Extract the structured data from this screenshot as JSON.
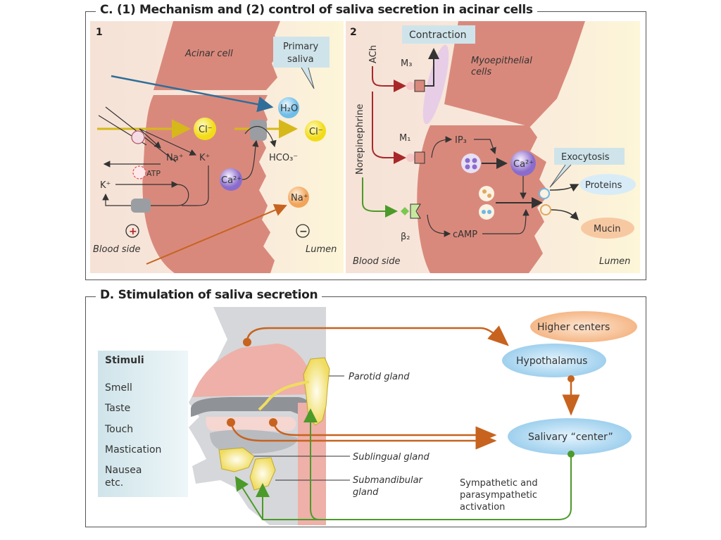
{
  "section_c": {
    "title": "C.  (1) Mechanism and (2) control of saliva secretion in acinar cells",
    "panel1": {
      "number": "1",
      "acinar_cell": "Acinar cell",
      "primary_saliva_line1": "Primary",
      "primary_saliva_line2": "saliva",
      "h2o": "H₂O",
      "cl_inside": "Cl⁻",
      "cl_lumen": "Cl⁻",
      "na_inside": "Na⁺",
      "k_inside": "K⁺",
      "atp": "ATP",
      "k_blood": "K⁺",
      "ca": "Ca²⁺",
      "hco3": "HCO₃⁻",
      "na_lumen": "Na⁺",
      "plus_sign": "+",
      "minus_sign": "−",
      "blood_side": "Blood side",
      "lumen": "Lumen"
    },
    "panel2": {
      "number": "2",
      "contraction": "Contraction",
      "ach": "ACh",
      "norepinephrine": "Norepinephrine",
      "m3": "M₃",
      "myoepithelial_line1": "Myoepithelial",
      "myoepithelial_line2": "cells",
      "m1": "M₁",
      "ip3": "IP₃",
      "ca": "Ca²⁺",
      "exocytosis": "Exocytosis",
      "proteins": "Proteins",
      "mucin": "Mucin",
      "beta2": "β₂",
      "camp": "cAMP",
      "blood_side": "Blood side",
      "lumen": "Lumen"
    }
  },
  "section_d": {
    "title": "D.  Stimulation of saliva secretion",
    "stimuli": {
      "heading": "Stimuli",
      "items": [
        "Smell",
        "Taste",
        "Touch",
        "Mastication",
        "Nausea",
        "etc."
      ]
    },
    "glands": {
      "parotid": "Parotid gland",
      "sublingual": "Sublingual gland",
      "submandibular_line1": "Submandibular",
      "submandibular_line2": "gland"
    },
    "centers": {
      "higher": "Higher centers",
      "hypothalamus": "Hypothalamus",
      "salivary": "Salivary “center”"
    },
    "activation_line1": "Sympathetic and",
    "activation_line2": "parasympathetic",
    "activation_line3": "activation"
  },
  "colors": {
    "cell": "#d9897c",
    "blood_bg": "#f6e3d8",
    "lumen_bg": "#fdf5d8",
    "nerve_orange": "#c7631e",
    "green": "#4c9a2a",
    "ach_red": "#a8282a",
    "blue_arrow": "#2f6e9a",
    "ellipse_blue": "#bfe0f3",
    "ellipse_orange": "#f7c9a3",
    "label_box": "#cfe4ea"
  }
}
